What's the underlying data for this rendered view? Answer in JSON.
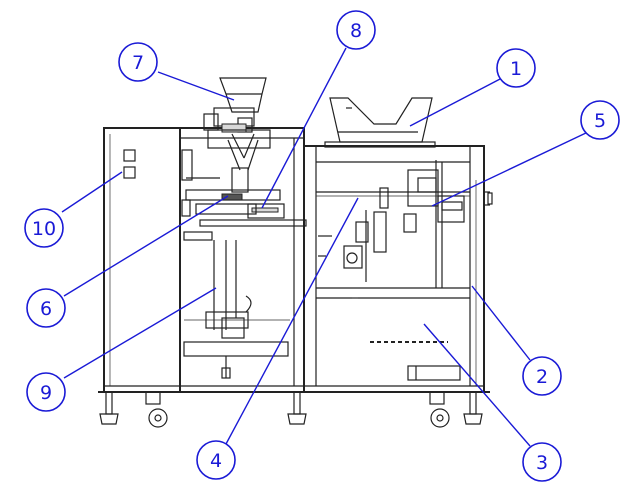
{
  "colors": {
    "callout": "#1a1ad6",
    "drawing": "#222222",
    "background": "#ffffff"
  },
  "callouts": [
    {
      "id": "1",
      "label": "1"
    },
    {
      "id": "2",
      "label": "2"
    },
    {
      "id": "3",
      "label": "3"
    },
    {
      "id": "4",
      "label": "4"
    },
    {
      "id": "5",
      "label": "5"
    },
    {
      "id": "6",
      "label": "6"
    },
    {
      "id": "7",
      "label": "7"
    },
    {
      "id": "8",
      "label": "8"
    },
    {
      "id": "9",
      "label": "9"
    },
    {
      "id": "10",
      "label": "10"
    }
  ]
}
